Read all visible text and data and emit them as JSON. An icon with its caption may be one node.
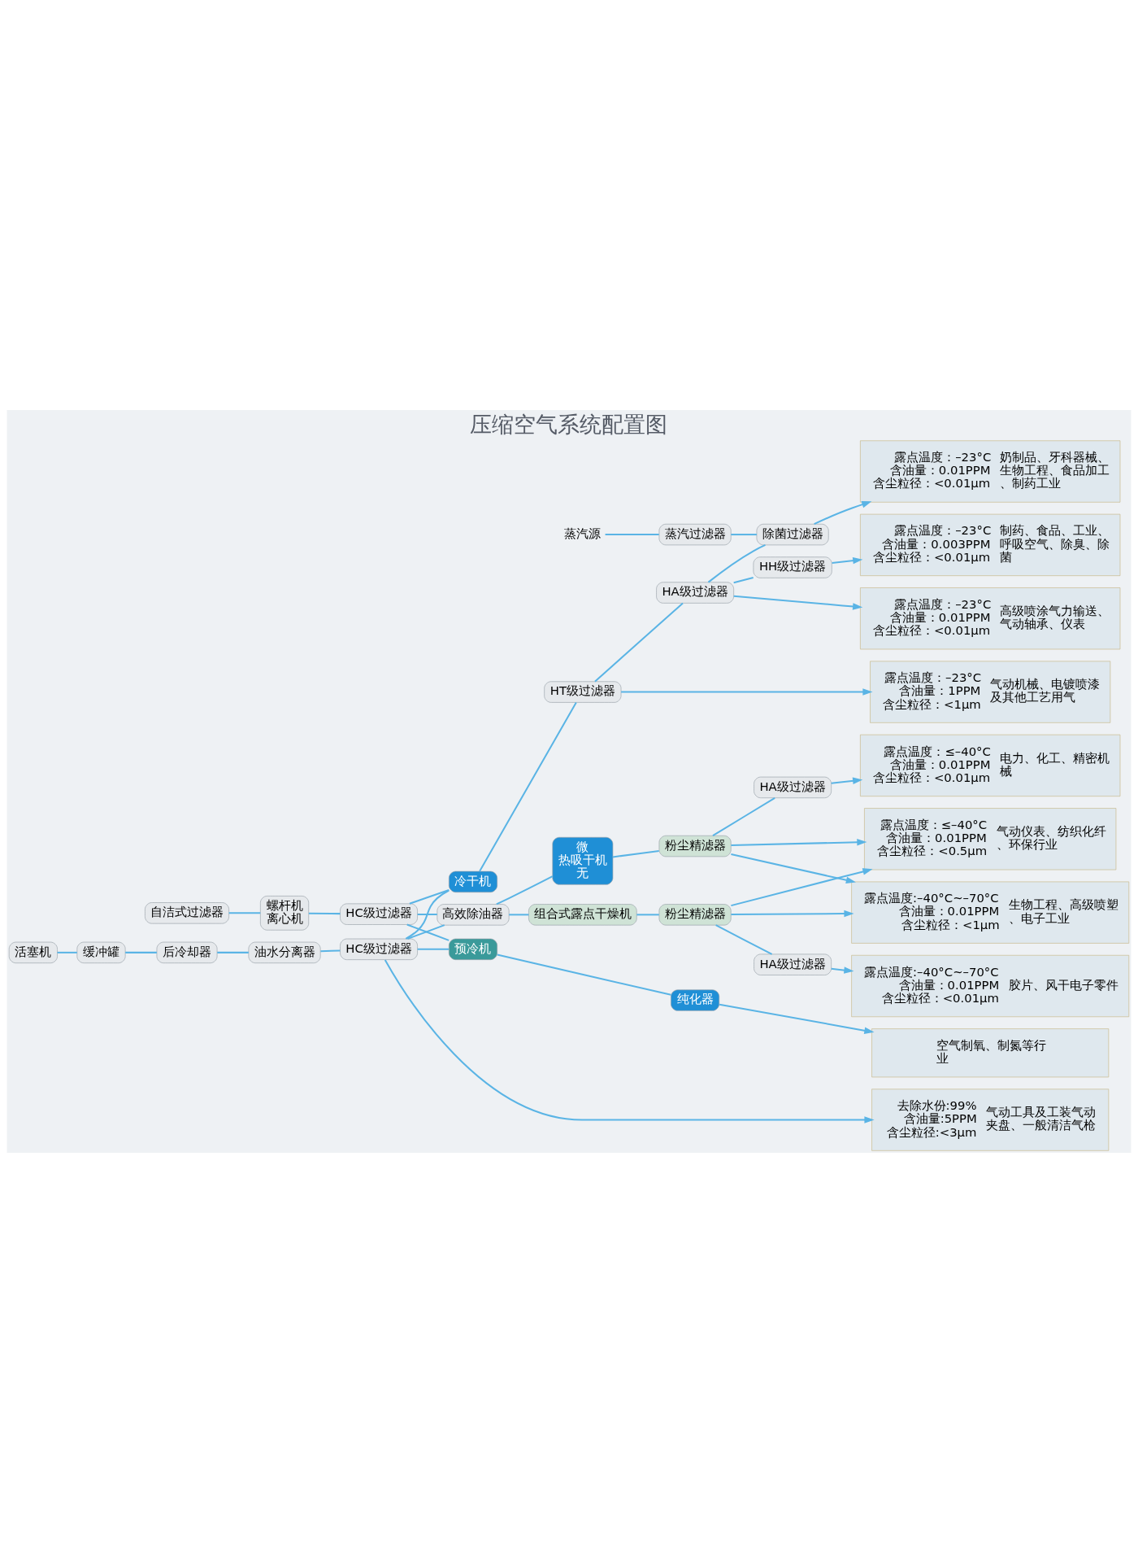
{
  "diagram": {
    "title": "压缩空气系统配置图",
    "nodes": [
      {
        "text": [
          "HC级过滤器"
        ]
      },
      {
        "text": [
          "冷干机"
        ]
      },
      {
        "text": [
          "HT级过滤器"
        ]
      },
      {
        "text": [
          "HA级过滤器"
        ]
      },
      {
        "text": [
          "HH级过滤器"
        ]
      },
      {
        "text": [
          "除菌过滤器"
        ]
      },
      {
        "text": [
          "蒸汽源"
        ]
      },
      {
        "text": [
          "蒸汽过滤器"
        ]
      },
      {
        "text": [
          "油水分离器"
        ]
      },
      {
        "text": [
          "HC级过滤器"
        ]
      },
      {
        "text": [
          "后冷却器"
        ]
      },
      {
        "text": [
          "螺杆机",
          "离心机"
        ]
      },
      {
        "text": [
          "高效除油器"
        ]
      },
      {
        "text": [
          "微",
          "热吸干机",
          "无"
        ]
      },
      {
        "text": [
          "粉尘精滤器"
        ]
      },
      {
        "text": [
          "HA级过滤器"
        ]
      },
      {
        "text": [
          "组合式露点干燥机"
        ]
      },
      {
        "text": [
          "粉尘精滤器"
        ]
      },
      {
        "text": [
          "HA级过滤器"
        ]
      },
      {
        "text": [
          "缓冲罐"
        ]
      },
      {
        "text": [
          "自洁式过滤器"
        ]
      },
      {
        "text": [
          "活塞机"
        ]
      },
      {
        "text": [
          "预冷机"
        ]
      },
      {
        "text": [
          "纯化器"
        ]
      },
      {
        "text": [
          "去除水份:99% 含油量:5PPM 含尘粒径:<3μm",
          "气动工具及工装气动夹盘、一般清洁气枪"
        ]
      },
      {
        "text": [
          "露点温度：–23°C 含油量：1PPM 含尘粒径：<1μm",
          "气动机械、电镀喷漆及其他工艺用气"
        ]
      },
      {
        "text": [
          "露点温度：–23°C 含油量：0.01PPM 含尘粒径：<0.01μm",
          "高级喷涂气力输送、气动轴承、仪表"
        ]
      },
      {
        "text": [
          "露点温度：–23°C 含油量：0.003PPM 含尘粒径：<0.01μm",
          "制药、食品、工业、呼吸空气、除臭、除菌"
        ]
      },
      {
        "text": [
          "露点温度：–23°C 含油量：0.01PPM 含尘粒径：<0.01μm",
          "奶制品、牙科器械、生物工程、食品加工、制药工业"
        ]
      },
      {
        "text": [
          "露点温度：≤–40°C 含油量：0.01PPM 含尘粒径：<0.01μm",
          "电力、化工、精密机械"
        ]
      },
      {
        "text": [
          "露点温度：≤–40°C 含油量：0.01PPM 含尘粒径：<0.5μm",
          "气动仪表、纺织化纤、环保行业"
        ]
      },
      {
        "text": [
          "露点温度:–40°C~–70°C 含油量：0.01PPM 含尘粒径：<0.01μm",
          "胶片、风干电子零件"
        ]
      },
      {
        "text": [
          "露点温度:–40°C~–70°C 含油量：0.01PPM 含尘粒径：<1μm",
          "生物工程、高级喷塑、电子工业"
        ]
      },
      {
        "text": [
          "空气制氧、制氮等行业"
        ]
      }
    ],
    "edges": [
      {
        "from": 21,
        "to": 19,
        "arrow": "none"
      },
      {
        "from": 19,
        "to": 10,
        "arrow": "none"
      },
      {
        "from": 10,
        "to": 8,
        "arrow": "none"
      },
      {
        "from": 8,
        "to": 0,
        "arrow": "none"
      },
      {
        "from": 0,
        "to": 24,
        "arrow": "to"
      },
      {
        "from": 20,
        "to": 11,
        "arrow": "none"
      },
      {
        "from": 11,
        "to": 9,
        "arrow": "none"
      },
      {
        "from": 0,
        "to": 1,
        "arrow": "none"
      },
      {
        "from": 9,
        "to": 1,
        "arrow": "none"
      },
      {
        "from": 0,
        "to": 12,
        "arrow": "none"
      },
      {
        "from": 9,
        "to": 12,
        "arrow": "none"
      },
      {
        "from": 0,
        "to": 22,
        "arrow": "none"
      },
      {
        "from": 9,
        "to": 22,
        "arrow": "none"
      },
      {
        "from": 1,
        "to": 2,
        "arrow": "none"
      },
      {
        "from": 2,
        "to": 25,
        "arrow": "to"
      },
      {
        "from": 2,
        "to": 3,
        "arrow": "none"
      },
      {
        "from": 3,
        "to": 26,
        "arrow": "to"
      },
      {
        "from": 3,
        "to": 4,
        "arrow": "none"
      },
      {
        "from": 4,
        "to": 27,
        "arrow": "to"
      },
      {
        "from": 3,
        "to": 5,
        "arrow": "none"
      },
      {
        "from": 5,
        "to": 28,
        "arrow": "to"
      },
      {
        "from": 6,
        "to": 7,
        "arrow": "none"
      },
      {
        "from": 7,
        "to": 5,
        "arrow": "none"
      },
      {
        "from": 12,
        "to": 13,
        "arrow": "none"
      },
      {
        "from": 13,
        "to": 14,
        "arrow": "none"
      },
      {
        "from": 14,
        "to": 15,
        "arrow": "none"
      },
      {
        "from": 15,
        "to": 29,
        "arrow": "to"
      },
      {
        "from": 14,
        "to": 30,
        "arrow": "to"
      },
      {
        "from": 14,
        "to": 32,
        "arrow": "to"
      },
      {
        "from": 12,
        "to": 16,
        "arrow": "none"
      },
      {
        "from": 16,
        "to": 17,
        "arrow": "none"
      },
      {
        "from": 17,
        "to": 18,
        "arrow": "none"
      },
      {
        "from": 18,
        "to": 31,
        "arrow": "to"
      },
      {
        "from": 17,
        "to": 30,
        "arrow": "to"
      },
      {
        "from": 17,
        "to": 32,
        "arrow": "to"
      },
      {
        "from": 22,
        "to": 23,
        "arrow": "none"
      },
      {
        "from": 23,
        "to": 33,
        "arrow": "to"
      }
    ]
  }
}
